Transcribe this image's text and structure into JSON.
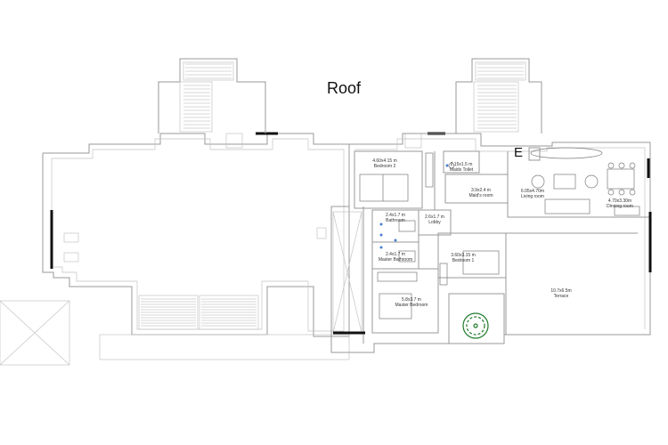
{
  "plan": {
    "roof_label": "Roof",
    "entrance_label": "E",
    "rooms": [
      {
        "dims": "4.60x4.15 m",
        "name": "Bedroom 2"
      },
      {
        "dims": "2.15x1.5 m",
        "name": "Maids Toilet"
      },
      {
        "dims": "3.9x2.4 m",
        "name": "Maid's room"
      },
      {
        "dims": "6.05x4.70m",
        "name": "Living room"
      },
      {
        "dims": "4.70x3.30m",
        "name": "Dinning room"
      },
      {
        "dims": "2.4x1.7 m",
        "name": "Bathroom"
      },
      {
        "dims": "2.6x1.7 m",
        "name": "Lobby"
      },
      {
        "dims": "2.4x1.7 m",
        "name": "Master Bathroom"
      },
      {
        "dims": "3.60x3.15 m",
        "name": "Bedroom 1"
      },
      {
        "dims": "5.8x3.7 m",
        "name": "Master Bedroom"
      },
      {
        "dims": "10.7x6.5m",
        "name": "Terrace"
      }
    ]
  },
  "colors": {
    "wall": "#9a9a9a",
    "window": "#111111",
    "tree": "#1f7a2a",
    "fixture": "#4a7fd0"
  }
}
